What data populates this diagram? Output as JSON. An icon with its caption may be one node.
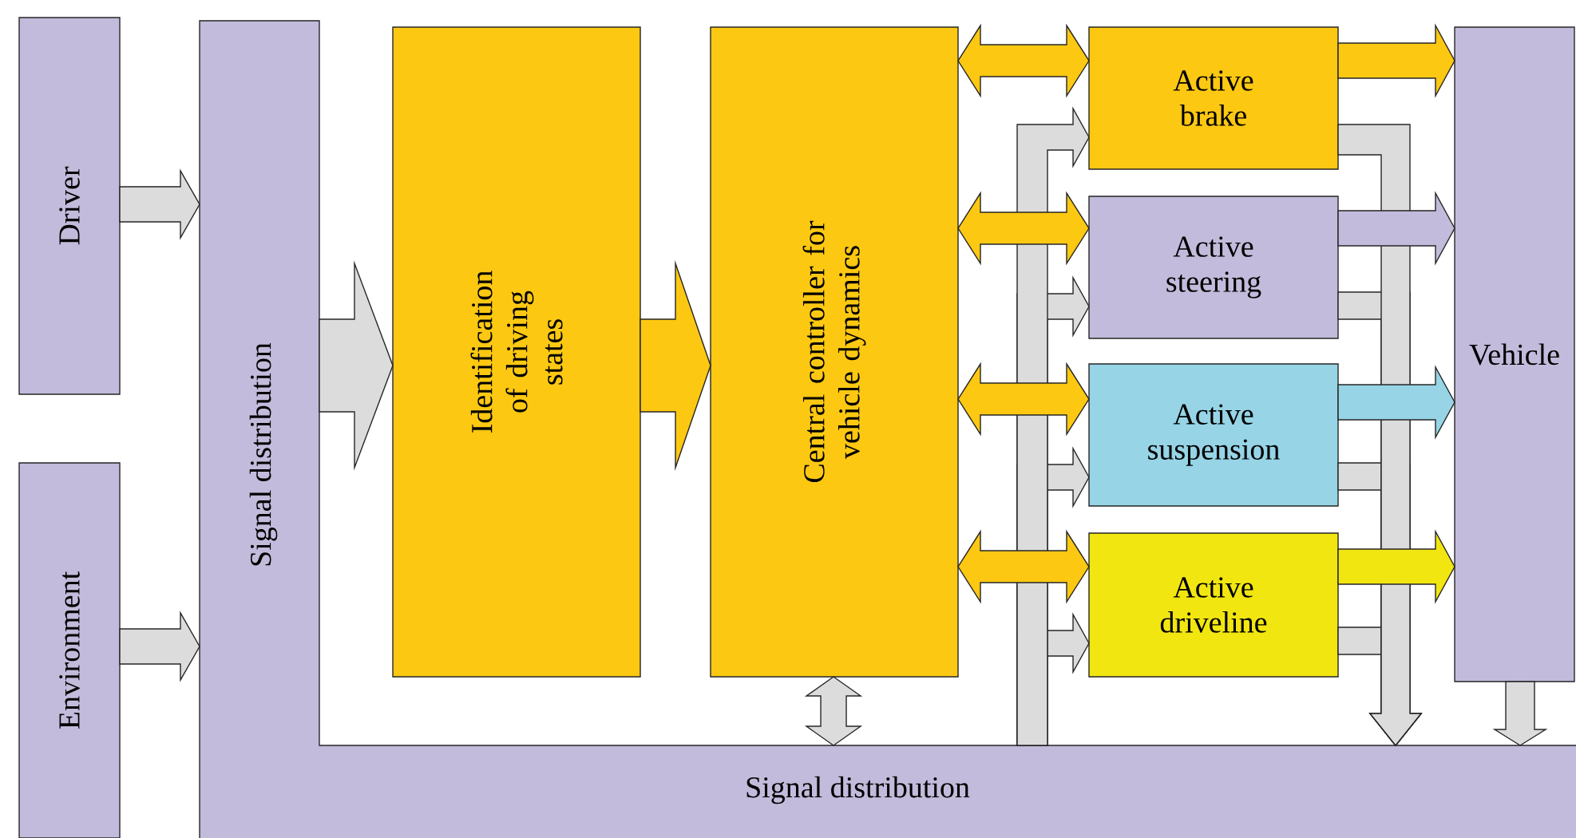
{
  "diagram": {
    "nodes": [
      {
        "text": [
          "Driver"
        ]
      },
      {
        "text": [
          "Environment"
        ]
      },
      {
        "text": [
          "Signal distribution",
          "Signal distribution"
        ]
      },
      {
        "text": [
          "Identification of driving states"
        ]
      },
      {
        "text": [
          "Central controller for vehicle dynamics"
        ]
      },
      {
        "text": [
          "Active brake"
        ]
      },
      {
        "text": [
          "Active steering"
        ]
      },
      {
        "text": [
          "Active suspension"
        ]
      },
      {
        "text": [
          "Active driveline"
        ]
      },
      {
        "text": [
          "Vehicle"
        ]
      }
    ],
    "edges": [
      {
        "from": 0,
        "to": 2,
        "arrow": "to"
      },
      {
        "from": 1,
        "to": 2,
        "arrow": "to"
      },
      {
        "from": 2,
        "to": 3,
        "arrow": "to"
      },
      {
        "from": 3,
        "to": 4,
        "arrow": "to",
        "color": "#fcc812"
      },
      {
        "from": 4,
        "to": 5,
        "arrow": "both",
        "color": "#fcc812"
      },
      {
        "from": 4,
        "to": 6,
        "arrow": "both",
        "color": "#fcc812"
      },
      {
        "from": 4,
        "to": 7,
        "arrow": "both",
        "color": "#fcc812"
      },
      {
        "from": 4,
        "to": 8,
        "arrow": "both",
        "color": "#fcc812"
      },
      {
        "from": 4,
        "to": 2,
        "arrow": "both"
      },
      {
        "from": 5,
        "to": 9,
        "arrow": "to",
        "color": "#fcc812"
      },
      {
        "from": 6,
        "to": 9,
        "arrow": "to",
        "color": "#c3bbdb"
      },
      {
        "from": 7,
        "to": 9,
        "arrow": "to",
        "color": "#96d4e6"
      },
      {
        "from": 8,
        "to": 9,
        "arrow": "to",
        "color": "#f2e611"
      },
      {
        "from": 2,
        "to": 5,
        "arrow": "to"
      },
      {
        "from": 2,
        "to": 6,
        "arrow": "to"
      },
      {
        "from": 2,
        "to": 7,
        "arrow": "to"
      },
      {
        "from": 2,
        "to": 8,
        "arrow": "to"
      },
      {
        "from": 5,
        "to": 2,
        "arrow": "to"
      },
      {
        "from": 6,
        "to": 2,
        "arrow": "to"
      },
      {
        "from": 7,
        "to": 2,
        "arrow": "to"
      },
      {
        "from": 8,
        "to": 2,
        "arrow": "to"
      },
      {
        "from": 9,
        "to": 2,
        "arrow": "to"
      }
    ]
  }
}
